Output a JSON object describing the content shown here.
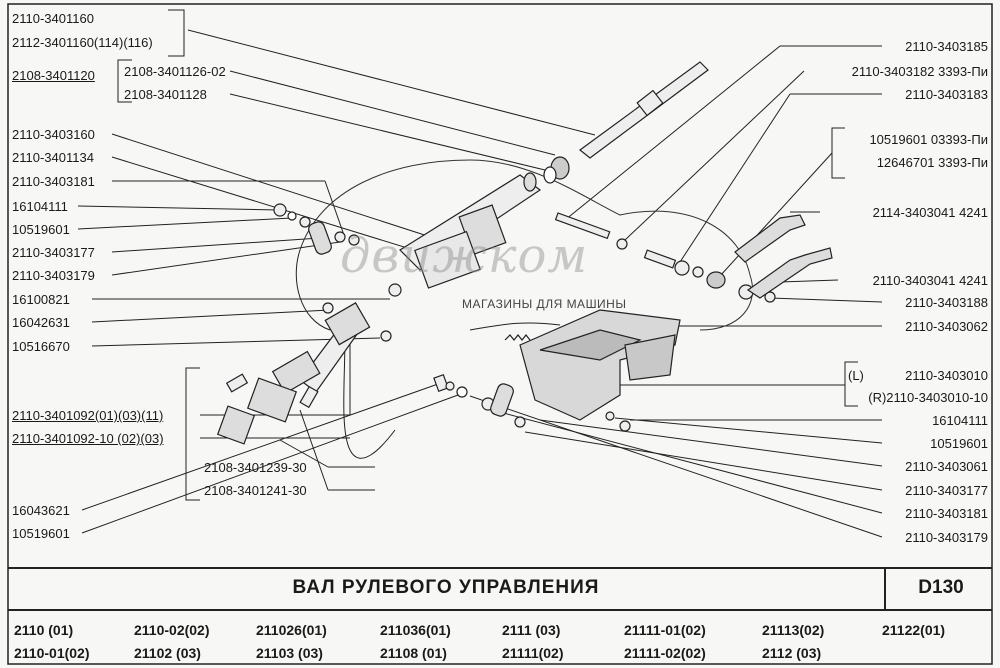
{
  "left_labels": [
    {
      "id": "l1",
      "text": "2110-3401160"
    },
    {
      "id": "l2",
      "text": "2112-3401160(114)(116)"
    },
    {
      "id": "l3",
      "text": "2108-3401120"
    },
    {
      "id": "l4",
      "text": "2108-3401126-02"
    },
    {
      "id": "l5",
      "text": "2108-3401128"
    },
    {
      "id": "l6",
      "text": "2110-3403160"
    },
    {
      "id": "l7",
      "text": "2110-3401134"
    },
    {
      "id": "l8",
      "text": "2110-3403181"
    },
    {
      "id": "l9",
      "text": "16104111"
    },
    {
      "id": "l10",
      "text": "10519601"
    },
    {
      "id": "l11",
      "text": "2110-3403177"
    },
    {
      "id": "l12",
      "text": "2110-3403179"
    },
    {
      "id": "l13",
      "text": "16100821"
    },
    {
      "id": "l14",
      "text": "16042631"
    },
    {
      "id": "l15",
      "text": "10516670"
    },
    {
      "id": "l16",
      "text": "2110-3401092(01)(03)(11)"
    },
    {
      "id": "l17",
      "text": "2110-3401092-10 (02)(03)"
    },
    {
      "id": "l18",
      "text": "2108-3401239-30"
    },
    {
      "id": "l19",
      "text": "2108-3401241-30"
    },
    {
      "id": "l20",
      "text": "16043621"
    },
    {
      "id": "l21",
      "text": "10519601"
    }
  ],
  "right_labels": [
    {
      "id": "r1",
      "text": "2110-3403185"
    },
    {
      "id": "r2",
      "text": "2110-3403182  3393-Пи"
    },
    {
      "id": "r3",
      "text": "2110-3403183"
    },
    {
      "id": "r4",
      "text": "10519601  03393-Пи"
    },
    {
      "id": "r5",
      "text": "12646701   3393-Пи"
    },
    {
      "id": "r6",
      "text": "2114-3403041  4241"
    },
    {
      "id": "r7",
      "text": "2110-3403041  4241"
    },
    {
      "id": "r8",
      "text": "2110-3403188"
    },
    {
      "id": "r9",
      "text": "2110-3403062"
    },
    {
      "id": "r10",
      "text": "(L)"
    },
    {
      "id": "r11",
      "text": "2110-3403010"
    },
    {
      "id": "r12",
      "text": "(R)2110-3403010-10"
    },
    {
      "id": "r13",
      "text": "16104111"
    },
    {
      "id": "r14",
      "text": "10519601"
    },
    {
      "id": "r15",
      "text": "2110-3403061"
    },
    {
      "id": "r16",
      "text": "2110-3403177"
    },
    {
      "id": "r17",
      "text": "2110-3403181"
    },
    {
      "id": "r18",
      "text": "2110-3403179"
    }
  ],
  "watermark": {
    "logo_text": "движком",
    "subtitle": "МАГАЗИНЫ ДЛЯ МАШИНЫ"
  },
  "title": {
    "name": "ВАЛ  РУЛЕВОГО  УПРАВЛЕНИЯ",
    "code": "D130"
  },
  "models": [
    [
      "2110     (01)",
      "2110-01(02)"
    ],
    [
      "2110-02(02)",
      "21102     (03)"
    ],
    [
      "211026(01)",
      "21103  (03)"
    ],
    [
      "211036(01)",
      "21108   (01)"
    ],
    [
      "2111   (03)",
      "21111(02)"
    ],
    [
      "21111-01(02)",
      "21111-02(02)"
    ],
    [
      "21113(02)",
      "2112   (03)"
    ],
    [
      "21122(01)",
      ""
    ]
  ],
  "colors": {
    "line": "#1a1a1a",
    "part": "#444444"
  }
}
